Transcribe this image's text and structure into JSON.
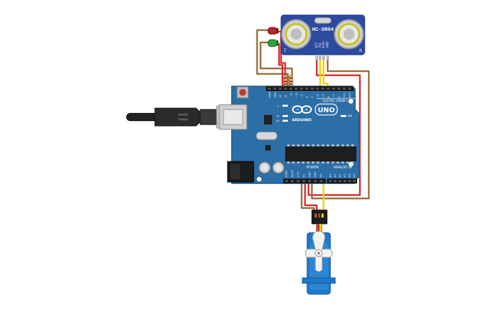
{
  "components": {
    "sensor": {
      "model": "HC-SR04",
      "pins": [
        "VCC",
        "Trig",
        "Echo",
        "GND"
      ],
      "corner_mark_left": "T",
      "corner_mark_right": "R"
    },
    "arduino": {
      "brand": "ARDUINO",
      "model": "UNO",
      "header_top": "DIGITAL (PWM~)",
      "digital_pins": [
        "AREF",
        "GND",
        "13",
        "12",
        "~11",
        "~10",
        "~9",
        "8",
        "7",
        "~6",
        "~5",
        "4",
        "~3",
        "2",
        "TX 1",
        "RX 0"
      ],
      "power_label": "POWER",
      "analog_label": "ANALOG IN",
      "power_pins": [
        "IOREF",
        "RESET",
        "3.3V",
        "5V",
        "GND",
        "GND",
        "Vin"
      ],
      "analog_pins": [
        "A0",
        "A1",
        "A2",
        "A3",
        "A4",
        "A5"
      ],
      "leds": [
        "L",
        "TX",
        "RX"
      ],
      "on_label": "ON"
    },
    "leds": [
      {
        "name": "red-led",
        "color": "#b3262a"
      },
      {
        "name": "green-led",
        "color": "#2ea33a"
      }
    ],
    "servo": {
      "name": "servo-motor",
      "color": "#1f78c8"
    }
  },
  "colors": {
    "board": "#2c6ea6",
    "board_dark": "#1f5a8c",
    "sensor": "#2b4aa0",
    "wire_red": "#d12f2f",
    "wire_brown": "#9b6c3e",
    "wire_yellow": "#f1d400",
    "wire_orange": "#e08a1e"
  }
}
